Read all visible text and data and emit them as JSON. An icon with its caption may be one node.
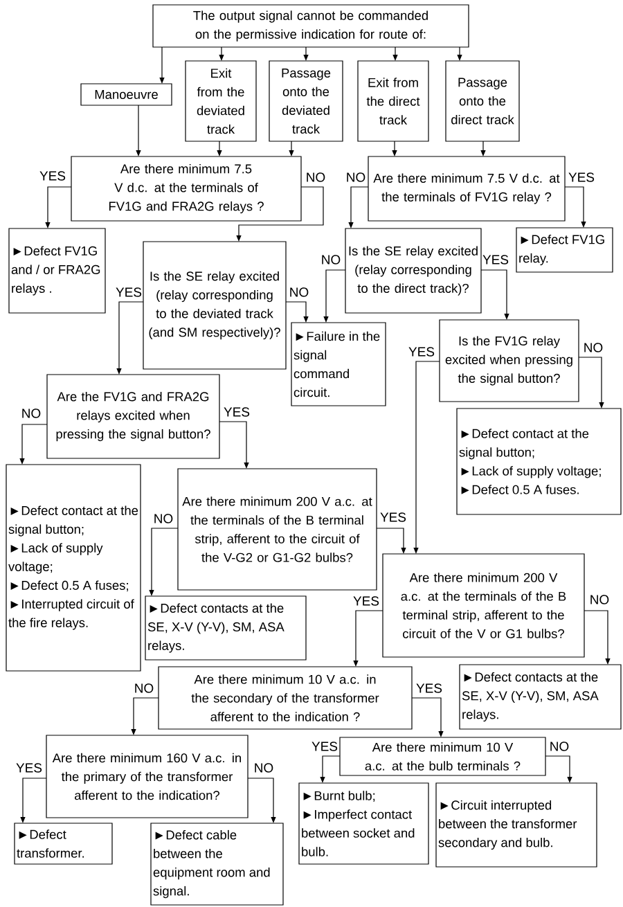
{
  "diagram": {
    "nodes": [
      {
        "text": [
          "The output signal cannot be commanded on the permissive indication for route of:"
        ]
      },
      {
        "text": [
          "Manoeuvre"
        ]
      },
      {
        "text": [
          "Exit from the deviated track"
        ]
      },
      {
        "text": [
          "Passage onto the deviated track"
        ]
      },
      {
        "text": [
          "Exit from the direct track"
        ]
      },
      {
        "text": [
          "Passage onto the direct track"
        ]
      },
      {
        "text": [
          "Are there minimum 7.5 V d.c. at the terminals of FV1G and FRA2G relays ?"
        ]
      },
      {
        "text": [
          "Are there minimum 7.5 V d.c. at the terminals of FV1G relay ?"
        ]
      },
      {
        "text": [
          "►Defect FV1G and / or FRA2G relays ."
        ]
      },
      {
        "text": [
          "Is the SE relay excited (relay corresponding to the deviated track (and SM respectively)?"
        ]
      },
      {
        "text": [
          "Is the SE relay excited (relay corresponding to the direct track)?"
        ]
      },
      {
        "text": [
          "►Defect FV1G relay."
        ]
      },
      {
        "text": [
          "►Failure in the signal command circuit."
        ]
      },
      {
        "text": [
          "Is the FV1G relay excited when pressing the signal button?"
        ]
      },
      {
        "text": [
          "Are the FV1G and FRA2G relays excited when pressing the signal button?"
        ]
      },
      {
        "text": [
          "►Defect contact at the signal button;",
          "►Lack of supply voltage;",
          "►Defect 0.5 A fuses."
        ]
      },
      {
        "text": [
          "►Defect contact at the signal button;",
          "►Lack of supply voltage;",
          "►Defect 0.5 A fuses;",
          "►Interrupted circuit of the fire relays."
        ]
      },
      {
        "text": [
          "Are there minimum 200 V a.c. at the terminals of the B terminal strip, afferent to the circuit of the V-G2 or G1-G2 bulbs?"
        ]
      },
      {
        "text": [
          "►Defect contacts at the SE, X-V (Y-V), SM, ASA relays."
        ]
      },
      {
        "text": [
          "Are there minimum 200 V a.c. at the terminals of the B terminal strip, afferent to the circuit of the V or G1 bulbs?"
        ]
      },
      {
        "text": [
          "Are there minimum 10 V a.c. in the secondary of the transformer afferent to the indication ?"
        ]
      },
      {
        "text": [
          "►Defect contacts at the SE, X-V (Y-V), SM, ASA relays."
        ]
      },
      {
        "text": [
          "Are there minimum 160 V a.c. in the primary of the transformer afferent to the indication?"
        ]
      },
      {
        "text": [
          "Are there minimum 10 V a.c. at the bulb terminals ?"
        ]
      },
      {
        "text": [
          "►Defect transformer."
        ]
      },
      {
        "text": [
          "►Defect cable between the equipment room and signal."
        ]
      },
      {
        "text": [
          "►Burnt bulb;",
          "►Imperfect contact between socket and bulb."
        ]
      },
      {
        "text": [
          "►Circuit interrupted between the transformer secondary and bulb."
        ]
      }
    ],
    "edges": [
      {
        "from": 0,
        "to": 1,
        "arrow": "to"
      },
      {
        "from": 0,
        "to": 2,
        "arrow": "to"
      },
      {
        "from": 0,
        "to": 3,
        "arrow": "to"
      },
      {
        "from": 0,
        "to": 4,
        "arrow": "to"
      },
      {
        "from": 0,
        "to": 5,
        "arrow": "to"
      },
      {
        "from": 1,
        "to": 6,
        "arrow": "to"
      },
      {
        "from": 2,
        "to": 6,
        "arrow": "to"
      },
      {
        "from": 3,
        "to": 6,
        "arrow": "to"
      },
      {
        "from": 4,
        "to": 7,
        "arrow": "to"
      },
      {
        "from": 5,
        "to": 7,
        "arrow": "to"
      },
      {
        "from": 6,
        "to": 8,
        "arrow": "to",
        "label": "YES"
      },
      {
        "from": 6,
        "to": 9,
        "arrow": "to",
        "label": "NO"
      },
      {
        "from": 7,
        "to": 10,
        "arrow": "to",
        "label": "NO"
      },
      {
        "from": 7,
        "to": 11,
        "arrow": "to",
        "label": "YES"
      },
      {
        "from": 9,
        "to": 12,
        "arrow": "to",
        "label": "NO"
      },
      {
        "from": 9,
        "to": 14,
        "arrow": "to",
        "label": "YES"
      },
      {
        "from": 10,
        "to": 12,
        "arrow": "to",
        "label": "NO"
      },
      {
        "from": 10,
        "to": 13,
        "arrow": "to",
        "label": "YES"
      },
      {
        "from": 13,
        "to": 15,
        "arrow": "to",
        "label": "NO"
      },
      {
        "from": 13,
        "to": 19,
        "arrow": "to",
        "label": "YES"
      },
      {
        "from": 14,
        "to": 16,
        "arrow": "to",
        "label": "NO"
      },
      {
        "from": 14,
        "to": 17,
        "arrow": "to",
        "label": "YES"
      },
      {
        "from": 17,
        "to": 18,
        "arrow": "to",
        "label": "NO"
      },
      {
        "from": 17,
        "to": 19,
        "arrow": "to",
        "label": "YES"
      },
      {
        "from": 19,
        "to": 20,
        "arrow": "to",
        "label": "YES"
      },
      {
        "from": 19,
        "to": 21,
        "arrow": "to",
        "label": "NO"
      },
      {
        "from": 20,
        "to": 22,
        "arrow": "to",
        "label": "NO"
      },
      {
        "from": 20,
        "to": 23,
        "arrow": "to",
        "label": "YES"
      },
      {
        "from": 22,
        "to": 24,
        "arrow": "to",
        "label": "YES"
      },
      {
        "from": 22,
        "to": 25,
        "arrow": "to",
        "label": "NO"
      },
      {
        "from": 23,
        "to": 26,
        "arrow": "to",
        "label": "YES"
      },
      {
        "from": 23,
        "to": 27,
        "arrow": "to",
        "label": "NO"
      }
    ]
  }
}
